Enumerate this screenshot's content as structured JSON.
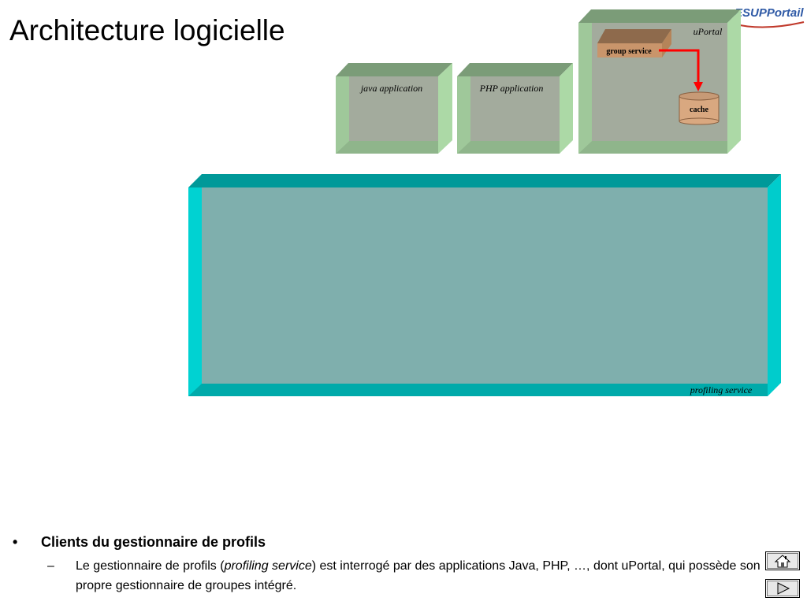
{
  "slide": {
    "title": "Architecture logicielle"
  },
  "logo": {
    "esup": "ESUP",
    "portail": "Portail",
    "brand_color": "#2f5aa6"
  },
  "diagram": {
    "boxes": {
      "java": {
        "label": "java application"
      },
      "php": {
        "label": "PHP application"
      },
      "uportal": {
        "label": "uPortal"
      },
      "profiling": {
        "label": "profiling service"
      }
    },
    "group_service": {
      "label": "group service"
    },
    "cache": {
      "label": "cache"
    },
    "colors": {
      "app_face": "#a3ab9d",
      "app_frame": "#acd9a6",
      "app_top": "#7b9c78",
      "profiling_face": "#7fafad",
      "profiling_frame": "#00cccc",
      "profiling_top": "#009999",
      "group_service": "#c9956b",
      "cache": "#d9a880",
      "arrow": "#ff0000"
    }
  },
  "bullets": {
    "heading": "Clients du gestionnaire de profils",
    "sub_before": "Le gestionnaire de profils (",
    "sub_italic": "profiling service",
    "sub_after": ") est interrogé par des applications Java, PHP, …, dont uPortal, qui possède son propre gestionnaire de groupes intégré.",
    "bullet_mark": "•",
    "dash_mark": "–"
  },
  "nav": {
    "home_icon": "home-icon",
    "next_icon": "play-next-icon"
  }
}
